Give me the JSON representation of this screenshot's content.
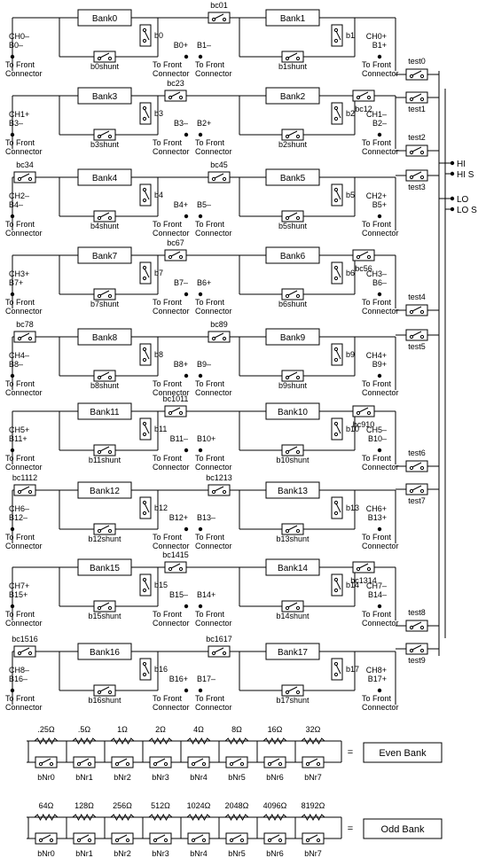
{
  "connector_label": [
    "To Front",
    "Connector"
  ],
  "equals": "=",
  "side_labels": {
    "hi": "HI",
    "hi_s": "HI S",
    "lo": "LO",
    "lo_s": "LO S"
  },
  "tests": [
    "test0",
    "test1",
    "test2",
    "test3",
    "test4",
    "test5",
    "test6",
    "test7",
    "test8",
    "test9"
  ],
  "rows": [
    {
      "left": "Bank0",
      "right": "Bank1",
      "leftRelay": "b0",
      "rightRelay": "b1",
      "leftShunt": "b0shunt",
      "rightShunt": "b1shunt",
      "topBc": "bc01",
      "sideBc": "",
      "sideBcSide": "none",
      "chLeft": [
        "CH0–",
        "B0–"
      ],
      "chRight": [
        "CH0+",
        "B1+"
      ],
      "midLeft": "B0+",
      "midRight": "B1–"
    },
    {
      "left": "Bank3",
      "right": "Bank2",
      "leftRelay": "b3",
      "rightRelay": "b2",
      "leftShunt": "b3shunt",
      "rightShunt": "b2shunt",
      "topBc": "bc23",
      "sideBc": "bc12",
      "sideBcSide": "right",
      "chLeft": [
        "CH1+",
        "B3–"
      ],
      "chRight": [
        "CH1–",
        "B2–"
      ],
      "midLeft": "B3–",
      "midRight": "B2+"
    },
    {
      "left": "Bank4",
      "right": "Bank5",
      "leftRelay": "b4",
      "rightRelay": "b5",
      "leftShunt": "b4shunt",
      "rightShunt": "b5shunt",
      "topBc": "bc45",
      "sideBc": "bc34",
      "sideBcSide": "left",
      "chLeft": [
        "CH2–",
        "B4–"
      ],
      "chRight": [
        "CH2+",
        "B5+"
      ],
      "midLeft": "B4+",
      "midRight": "B5–"
    },
    {
      "left": "Bank7",
      "right": "Bank6",
      "leftRelay": "b7",
      "rightRelay": "b6",
      "leftShunt": "b7shunt",
      "rightShunt": "b6shunt",
      "topBc": "bc67",
      "sideBc": "bc56",
      "sideBcSide": "right",
      "chLeft": [
        "CH3+",
        "B7+"
      ],
      "chRight": [
        "CH3–",
        "B6–"
      ],
      "midLeft": "B7–",
      "midRight": "B6+"
    },
    {
      "left": "Bank8",
      "right": "Bank9",
      "leftRelay": "b8",
      "rightRelay": "b9",
      "leftShunt": "b8shunt",
      "rightShunt": "b9shunt",
      "topBc": "bc89",
      "sideBc": "bc78",
      "sideBcSide": "left",
      "chLeft": [
        "CH4–",
        "B8–"
      ],
      "chRight": [
        "CH4+",
        "B9+"
      ],
      "midLeft": "B8+",
      "midRight": "B9–"
    },
    {
      "left": "Bank11",
      "right": "Bank10",
      "leftRelay": "b11",
      "rightRelay": "b10",
      "leftShunt": "b11shunt",
      "rightShunt": "b10shunt",
      "topBc": "bc1011",
      "sideBc": "bc910",
      "sideBcSide": "right",
      "chLeft": [
        "CH5+",
        "B11+"
      ],
      "chRight": [
        "CH5–",
        "B10–"
      ],
      "midLeft": "B11–",
      "midRight": "B10+"
    },
    {
      "left": "Bank12",
      "right": "Bank13",
      "leftRelay": "b12",
      "rightRelay": "b13",
      "leftShunt": "b12shunt",
      "rightShunt": "b13shunt",
      "topBc": "bc1213",
      "sideBc": "bc1112",
      "sideBcSide": "left",
      "chLeft": [
        "CH6–",
        "B12–"
      ],
      "chRight": [
        "CH6+",
        "B13+"
      ],
      "midLeft": "B12+",
      "midRight": "B13–"
    },
    {
      "left": "Bank15",
      "right": "Bank14",
      "leftRelay": "b15",
      "rightRelay": "b14",
      "leftShunt": "b15shunt",
      "rightShunt": "b14shunt",
      "topBc": "bc1415",
      "sideBc": "bc1314",
      "sideBcSide": "right",
      "chLeft": [
        "CH7+",
        "B15+"
      ],
      "chRight": [
        "CH7–",
        "B14–"
      ],
      "midLeft": "B15–",
      "midRight": "B14+"
    },
    {
      "left": "Bank16",
      "right": "Bank17",
      "leftRelay": "b16",
      "rightRelay": "b17",
      "leftShunt": "b16shunt",
      "rightShunt": "b17shunt",
      "topBc": "bc1617",
      "sideBc": "bc1516",
      "sideBcSide": "left",
      "chLeft": [
        "CH8–",
        "B16–"
      ],
      "chRight": [
        "CH8+",
        "B17+"
      ],
      "midLeft": "B16+",
      "midRight": "B17–"
    }
  ],
  "ladders": [
    {
      "title": "Even Bank",
      "resistors": [
        ".25Ω",
        ".5Ω",
        "1Ω",
        "2Ω",
        "4Ω",
        "8Ω",
        "16Ω",
        "32Ω"
      ],
      "switches": [
        "bNr0",
        "bNr1",
        "bNr2",
        "bNr3",
        "bNr4",
        "bNr5",
        "bNr6",
        "bNr7"
      ]
    },
    {
      "title": "Odd Bank",
      "resistors": [
        "64Ω",
        "128Ω",
        "256Ω",
        "512Ω",
        "1024Ω",
        "2048Ω",
        "4096Ω",
        "8192Ω"
      ],
      "switches": [
        "bNr0",
        "bNr1",
        "bNr2",
        "bNr3",
        "bNr4",
        "bNr5",
        "bNr6",
        "bNr7"
      ]
    }
  ]
}
